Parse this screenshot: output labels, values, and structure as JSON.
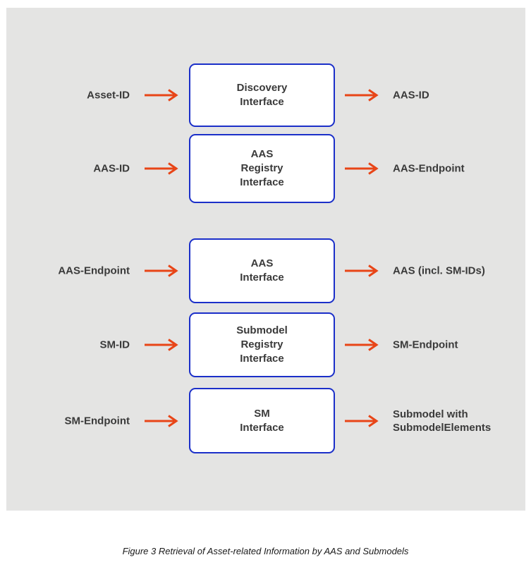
{
  "figure": {
    "caption": "Figure 3 Retrieval of Asset-related Information by AAS and Submodels"
  },
  "colors": {
    "panel_background": "#e4e4e3",
    "box_border": "#1b2fc9",
    "box_fill": "#ffffff",
    "arrow": "#e84517",
    "label_text": "#3a3a3a",
    "caption_text": "#1a1a1a"
  },
  "diagram": {
    "rows": [
      {
        "input": "Asset-ID",
        "box": "Discovery\nInterface",
        "output": "AAS-ID"
      },
      {
        "input": "AAS-ID",
        "box": "AAS\nRegistry\nInterface",
        "output": "AAS-Endpoint"
      },
      {
        "input": "AAS-Endpoint",
        "box": "AAS\nInterface",
        "output": "AAS (incl. SM-IDs)"
      },
      {
        "input": "SM-ID",
        "box": "Submodel\nRegistry\nInterface",
        "output": "SM-Endpoint"
      },
      {
        "input": "SM-Endpoint",
        "box": "SM\nInterface",
        "output": "Submodel with\nSubmodelElements"
      }
    ]
  }
}
